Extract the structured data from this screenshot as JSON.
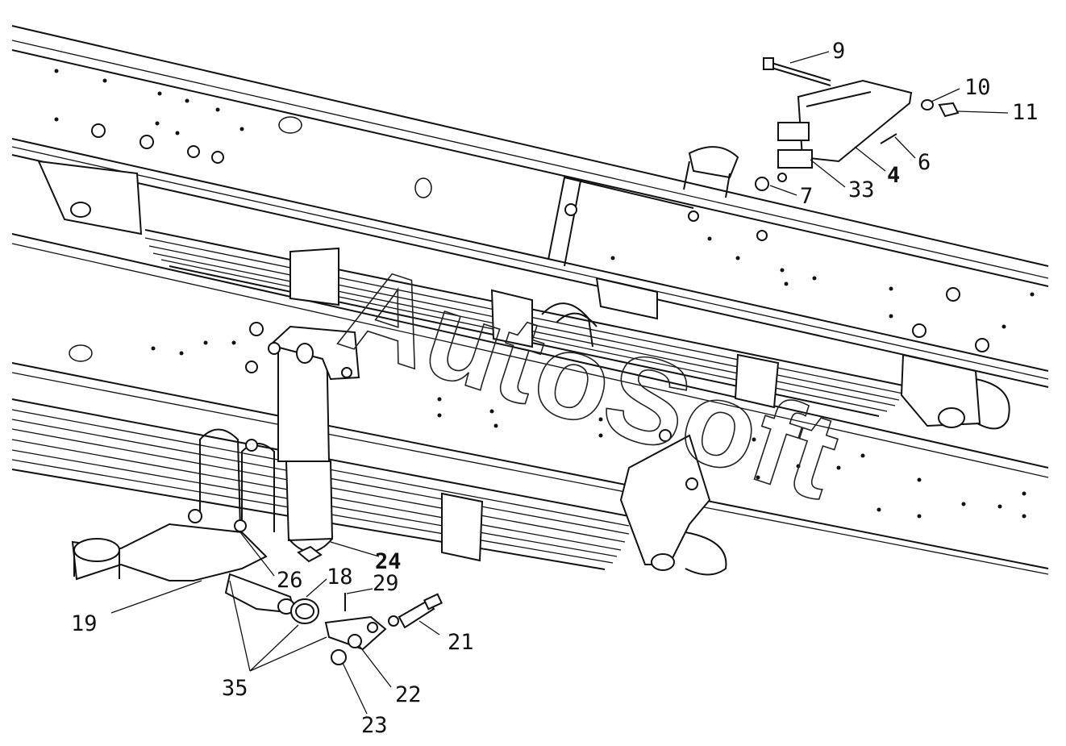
{
  "watermark": "AutoSoft",
  "callouts": [
    {
      "id": "9",
      "text": "9"
    },
    {
      "id": "10",
      "text": "10"
    },
    {
      "id": "11",
      "text": "11"
    },
    {
      "id": "6",
      "text": "6"
    },
    {
      "id": "4a",
      "text": "4"
    },
    {
      "id": "33",
      "text": "33"
    },
    {
      "id": "7",
      "text": "7"
    },
    {
      "id": "24",
      "text": "24"
    },
    {
      "id": "26",
      "text": "26"
    },
    {
      "id": "18",
      "text": "18"
    },
    {
      "id": "29",
      "text": "29"
    },
    {
      "id": "19",
      "text": "19"
    },
    {
      "id": "21",
      "text": "21"
    },
    {
      "id": "35",
      "text": "35"
    },
    {
      "id": "22",
      "text": "22"
    },
    {
      "id": "23",
      "text": "23"
    }
  ]
}
